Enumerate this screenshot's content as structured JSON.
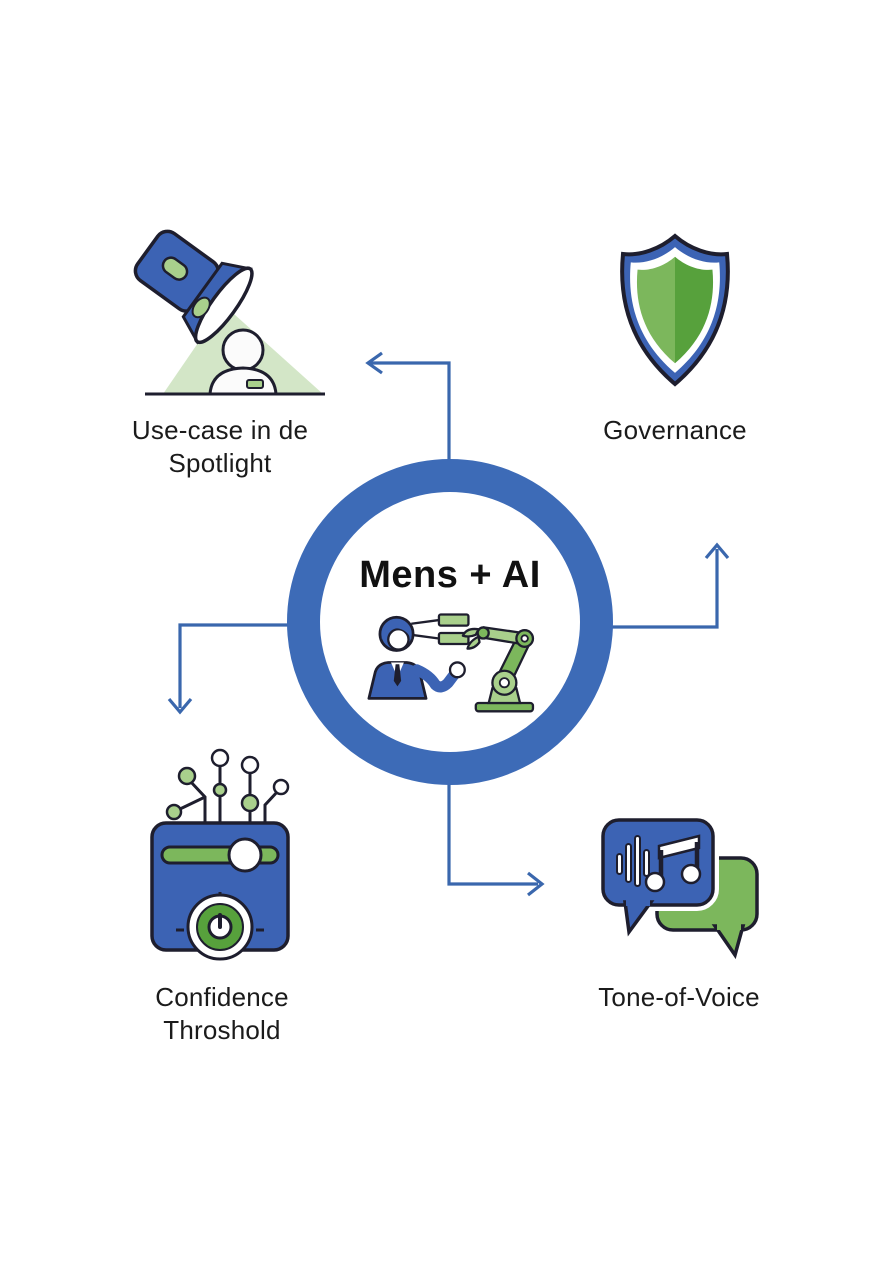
{
  "center": {
    "title": "Mens + AI",
    "icon": "human-and-robot-collaboration-icon"
  },
  "quadrants": {
    "top_left": {
      "line1": "Use-case in de",
      "line2": "Spotlight",
      "icon": "spotlight-on-person-icon"
    },
    "top_right": {
      "line1": "Governance",
      "line2": "",
      "icon": "security-shield-icon"
    },
    "bottom_left": {
      "line1": "Confidence",
      "line2": "Throshold",
      "icon": "threshold-control-panel-icon"
    },
    "bottom_right": {
      "line1": "Tone-of-Voice",
      "line2": "",
      "icon": "chat-bubbles-music-note-icon"
    }
  },
  "colors": {
    "ring-blue": "#3D6BB7",
    "arrow-blue": "#3A67AD",
    "icon-blue": "#3C63B4",
    "green-mid": "#7CB75C",
    "green-dark": "#57A13C",
    "green-light": "#CFE4C2",
    "green-pale": "#A9D08C",
    "outline-dark": "#1E1E2E",
    "text": "#1B1B1B",
    "background": "#FFFFFF"
  }
}
